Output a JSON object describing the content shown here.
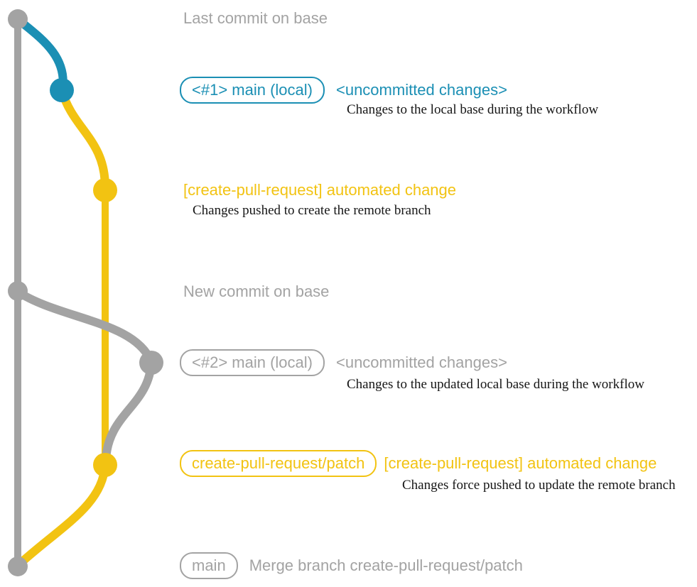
{
  "colors": {
    "branch_gray": "#a3a3a3",
    "branch_blue": "#1b8fb4",
    "branch_yellow": "#f2c312",
    "note_text": "#161616",
    "background": "#ffffff"
  },
  "labels": {
    "last_commit": "Last commit on base",
    "new_commit": "New commit on base"
  },
  "sections": {
    "s1": {
      "tag": "<#1> main (local)",
      "message": "<uncommitted changes>",
      "note": "Changes to the local base during the workflow"
    },
    "s2": {
      "message": "[create-pull-request] automated change",
      "note": "Changes pushed to create the remote branch"
    },
    "s3": {
      "tag": "<#2> main (local)",
      "message": "<uncommitted changes>",
      "note": "Changes to the updated local base during the workflow"
    },
    "s4": {
      "tag": "create-pull-request/patch",
      "message": "[create-pull-request] automated change",
      "note": "Changes force pushed to update the remote branch"
    },
    "s5": {
      "tag": "main",
      "message": "Merge branch create-pull-request/patch"
    }
  }
}
